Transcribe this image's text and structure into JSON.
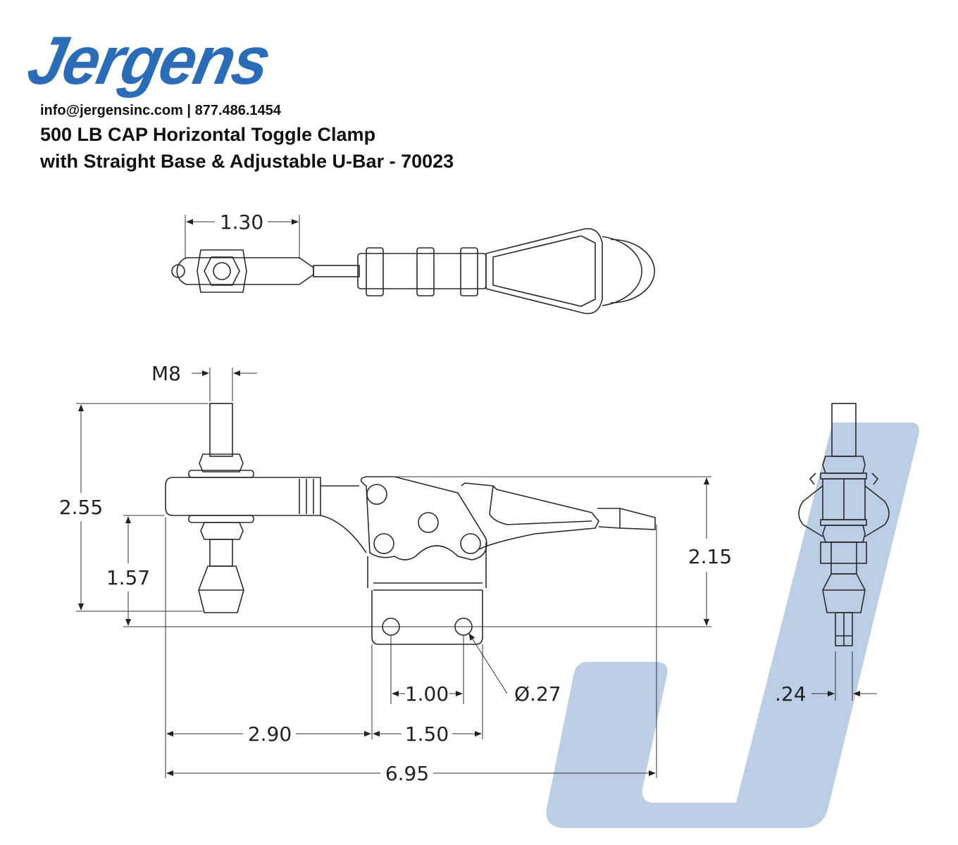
{
  "brand": {
    "logo_text": "Jergens",
    "color": "#2b6cb8",
    "watermark_color": "#bccde6"
  },
  "header": {
    "contact": "info@jergensinc.com | 877.486.1454",
    "title_line1": "500 LB CAP Horizontal Toggle Clamp",
    "title_line2": "with Straight Base & Adjustable U-Bar - 70023"
  },
  "dimensions": {
    "top_width": "1.30",
    "thread": "M8",
    "overall_height": "2.55",
    "spindle_height": "1.57",
    "handle_height": "2.15",
    "hole_spacing": "1.00",
    "hole_diameter": "Ø.27",
    "arm_length": "2.90",
    "base_width": "1.50",
    "overall_length": "6.95",
    "spindle_tip": ".24"
  }
}
